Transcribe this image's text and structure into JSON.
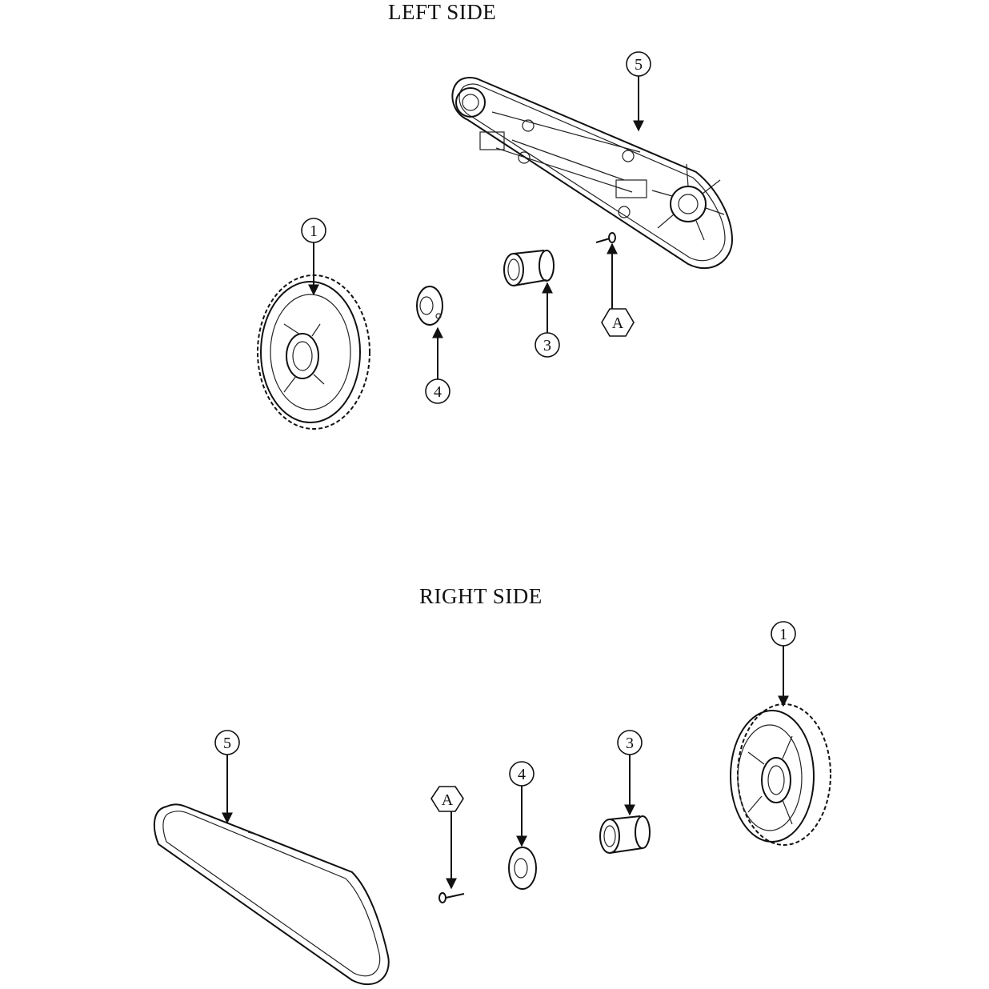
{
  "sections": {
    "left": {
      "title": "LEFT SIDE"
    },
    "right": {
      "title": "RIGHT SIDE"
    }
  },
  "callouts": {
    "left": {
      "c1": "1",
      "c3": "3",
      "c4": "4",
      "c5": "5",
      "cA": "A"
    },
    "right": {
      "c1": "1",
      "c3": "3",
      "c4": "4",
      "c5": "5",
      "cA": "A"
    }
  }
}
